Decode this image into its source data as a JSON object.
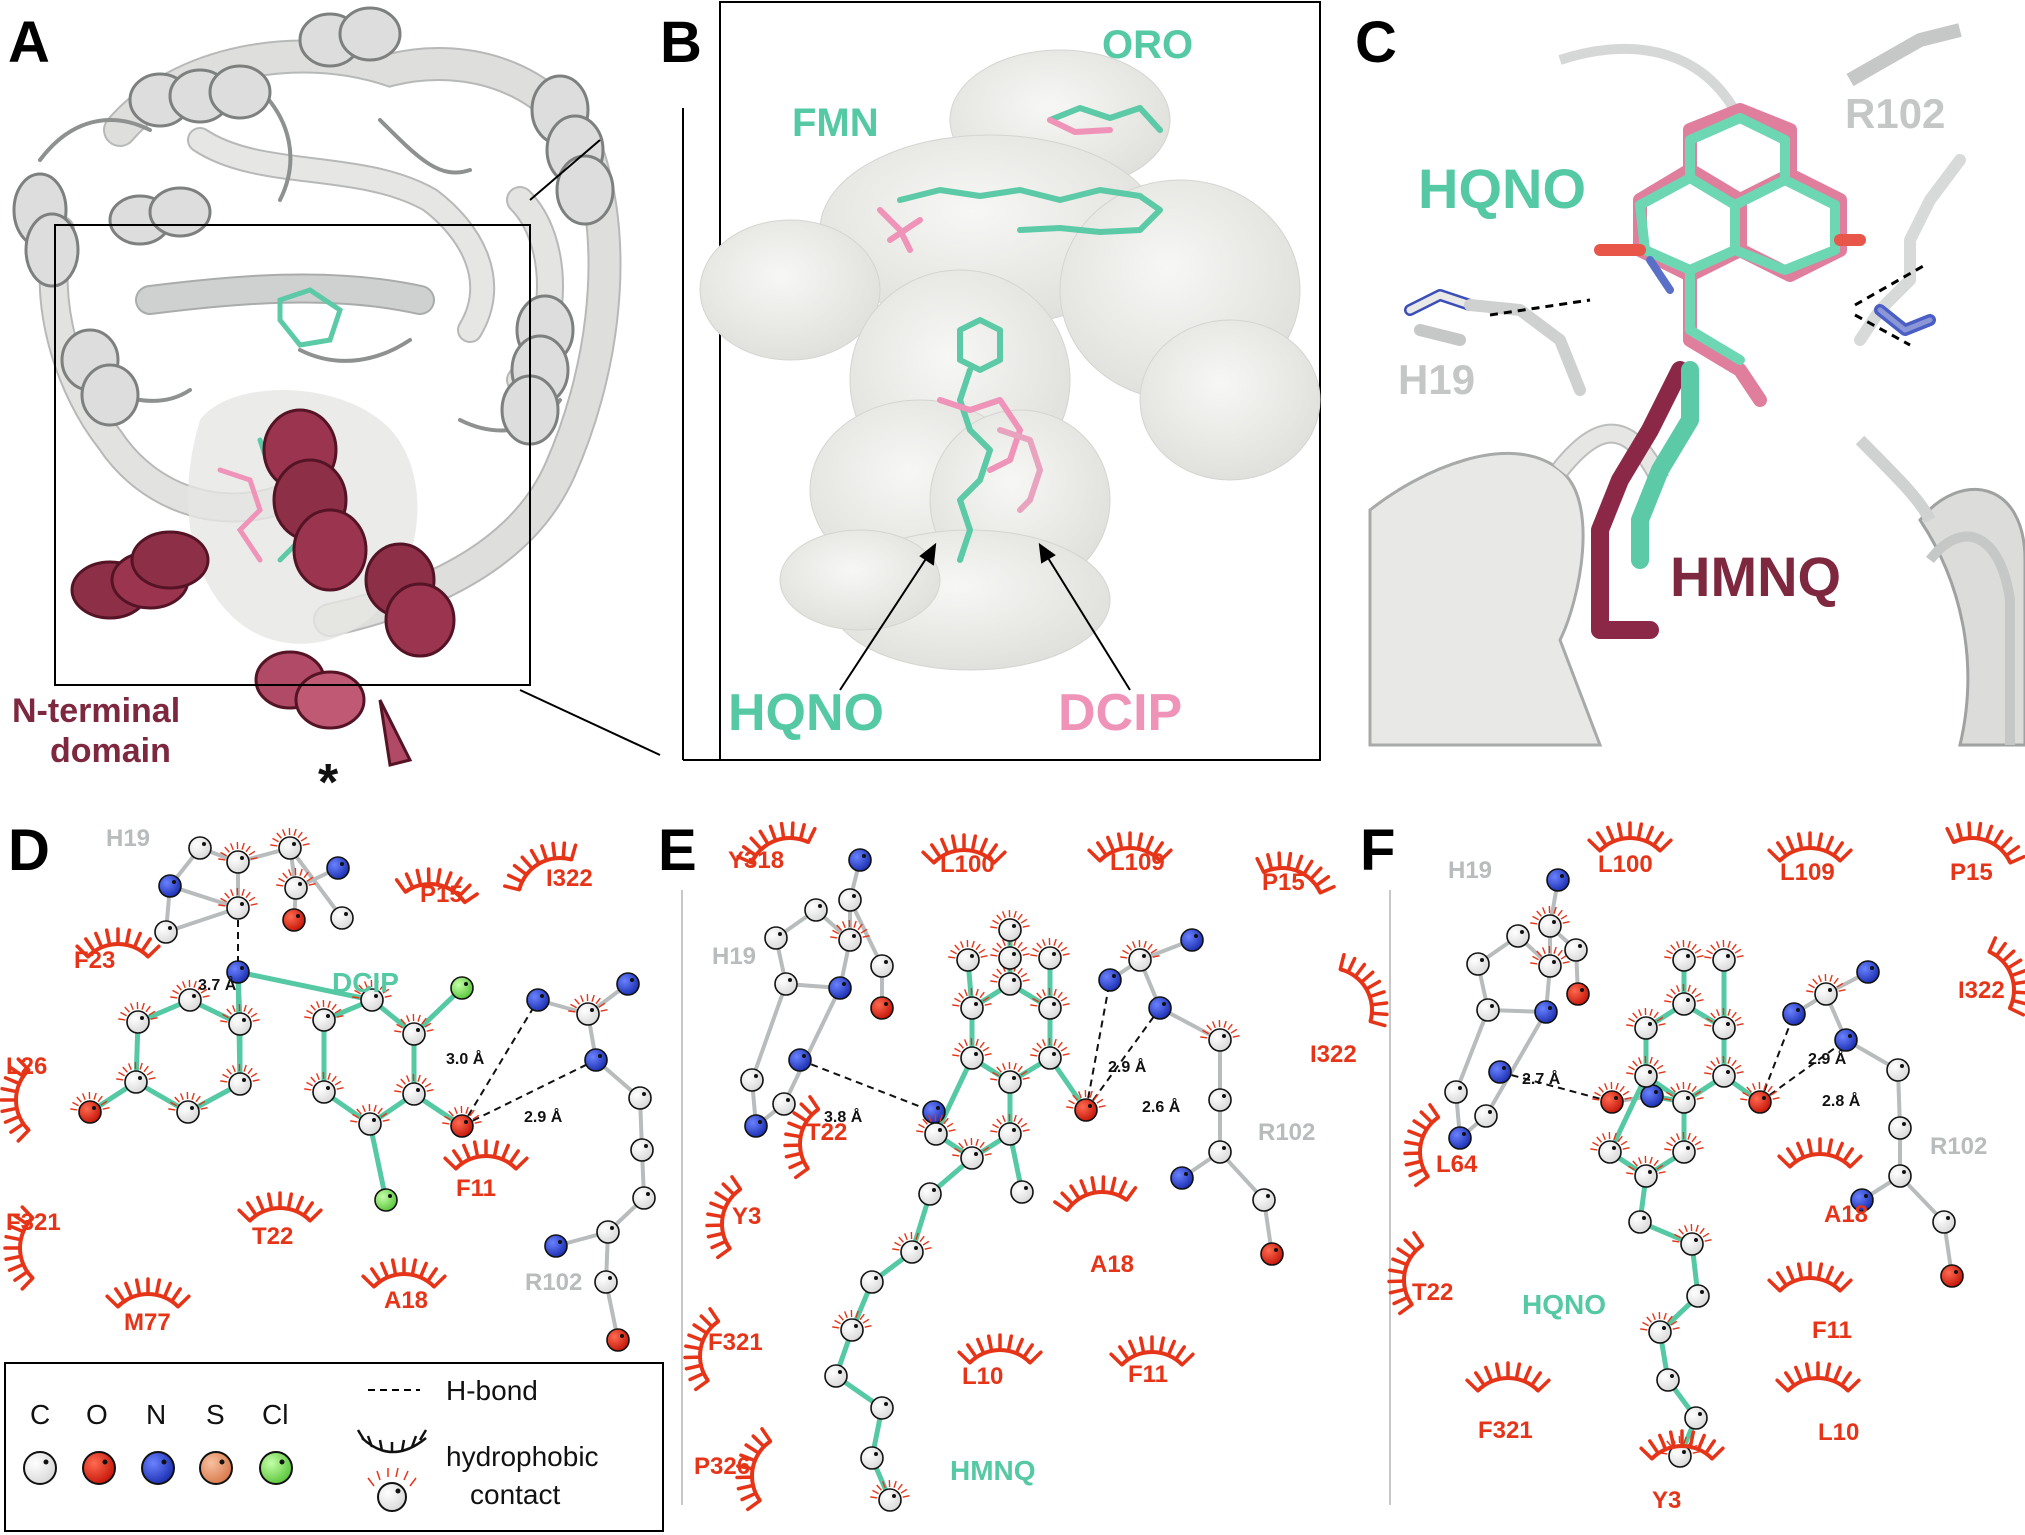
{
  "panels": {
    "A": {
      "label": "A",
      "domain_label_1": "N-terminal",
      "domain_label_2": "domain",
      "asterisk": "*"
    },
    "B": {
      "label": "B",
      "ligands": [
        "ORO",
        "FMN",
        "HQNO",
        "DCIP"
      ]
    },
    "C": {
      "label": "C",
      "ligands": [
        "HQNO",
        "HMNQ"
      ],
      "residues": [
        "R102",
        "H19"
      ]
    },
    "D": {
      "label": "D",
      "ligand": "DCIP",
      "residues_hydrophobic": [
        "P15",
        "I322",
        "F23",
        "L26",
        "F321",
        "T22",
        "M77",
        "A18",
        "F11"
      ],
      "residues_bonded": [
        "H19",
        "R102"
      ],
      "distances": [
        "3.7 Å",
        "3.0 Å",
        "2.9 Å"
      ]
    },
    "E": {
      "label": "E",
      "ligand": "HMNQ",
      "residues_hydrophobic": [
        "Y318",
        "L100",
        "L109",
        "P15",
        "I322",
        "T22",
        "Y3",
        "F321",
        "P326",
        "L10",
        "F11",
        "A18"
      ],
      "residues_bonded": [
        "H19",
        "R102"
      ],
      "distances": [
        "3.8 Å",
        "2.9 Å",
        "2.6 Å"
      ]
    },
    "F": {
      "label": "F",
      "ligand": "HQNO",
      "residues_hydrophobic": [
        "L100",
        "L109",
        "P15",
        "I322",
        "L64",
        "A18",
        "T22",
        "F11",
        "F321",
        "L10",
        "Y3"
      ],
      "residues_bonded": [
        "H19",
        "R102"
      ],
      "distances": [
        "2.7 Å",
        "2.9 Å",
        "2.8 Å"
      ]
    }
  },
  "legend": {
    "atoms": [
      "C",
      "O",
      "N",
      "S",
      "Cl"
    ],
    "hbond": "H-bond",
    "hydrophobic_1": "hydrophobic",
    "hydrophobic_2": "contact"
  },
  "colors": {
    "ligand_teal": "#55c8a4",
    "ligand_pink": "#ef93b8",
    "domain_maroon": "#7e2840",
    "residue_red": "#e63418",
    "residue_grey": "#b8bcbc",
    "oxygen": "#e82010",
    "nitrogen": "#2a46d8",
    "sulfur": "#e8986a",
    "chlorine": "#8ee86a"
  }
}
